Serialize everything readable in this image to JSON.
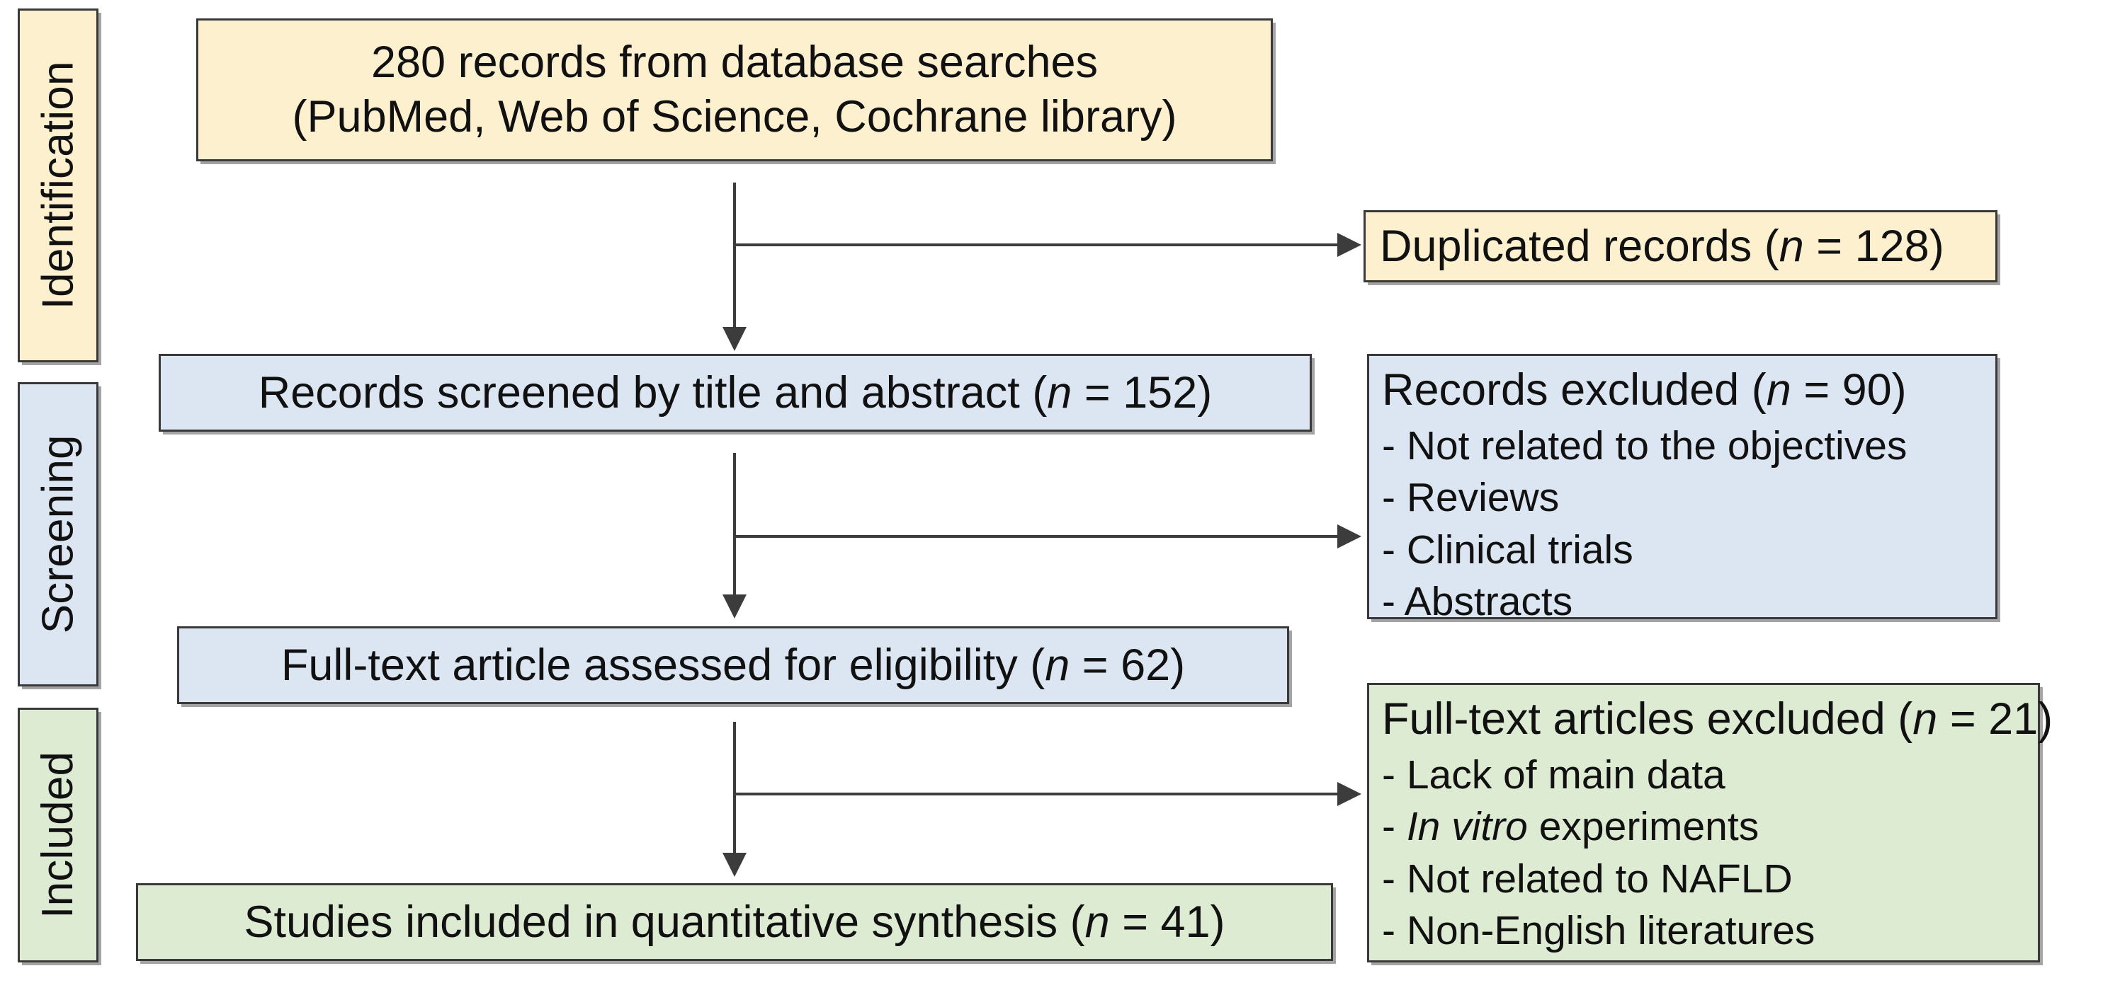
{
  "diagram": {
    "type": "prisma-flow-diagram",
    "stages": [
      {
        "id": "identification",
        "label": "Identification",
        "color": "#fdf0ce"
      },
      {
        "id": "screening",
        "label": "Screening",
        "color": "#dce6f2"
      },
      {
        "id": "included",
        "label": "Included",
        "color": "#ddebd2"
      }
    ],
    "flow_boxes": [
      {
        "id": "records-identified",
        "line1": "280 records from database searches",
        "line2": "(PubMed, Web of Science, Cochrane library)",
        "count": 280,
        "color": "#fdf0ce"
      },
      {
        "id": "records-screened",
        "text_prefix": "Records screened by title and abstract (",
        "n_symbol": "n",
        "text_suffix": " = 152)",
        "count": 152,
        "color": "#dce6f2"
      },
      {
        "id": "full-text-assessed",
        "text_prefix": "Full-text article assessed for eligibility (",
        "n_symbol": "n",
        "text_suffix": " = 62)",
        "count": 62,
        "color": "#dce6f2"
      },
      {
        "id": "studies-included",
        "text_prefix": "Studies included in quantitative synthesis (",
        "n_symbol": "n",
        "text_suffix": " = 41)",
        "count": 41,
        "color": "#ddebd2"
      }
    ],
    "exclusion_boxes": [
      {
        "id": "duplicated-records",
        "text_prefix": "Duplicated records (",
        "n_symbol": "n",
        "text_suffix": " = 128)",
        "count": 128,
        "reasons": [],
        "color": "#fdf0ce"
      },
      {
        "id": "records-excluded",
        "text_prefix": "Records excluded (",
        "n_symbol": "n",
        "text_suffix": " = 90)",
        "count": 90,
        "reasons": [
          "- Not related to the objectives",
          "- Reviews",
          "- Clinical trials",
          "- Abstracts"
        ],
        "color": "#dce6f2"
      },
      {
        "id": "full-text-excluded",
        "text_prefix": "Full-text articles excluded (",
        "n_symbol": "n",
        "text_suffix": " = 21)",
        "count": 21,
        "reasons": [
          "- Lack of main data",
          "- In vitro experiments",
          "- Not related to NAFLD",
          "- Non-English literatures"
        ],
        "reasons_italic_parts": [
          "In vitro"
        ],
        "color": "#ddebd2"
      }
    ],
    "connectors": [
      {
        "id": "identified-to-screened",
        "kind": "vertical-arrow"
      },
      {
        "id": "identified-to-duplicated",
        "kind": "horizontal-arrow"
      },
      {
        "id": "screened-to-fulltext",
        "kind": "vertical-arrow"
      },
      {
        "id": "screened-to-excluded",
        "kind": "horizontal-arrow"
      },
      {
        "id": "fulltext-to-included",
        "kind": "vertical-arrow"
      },
      {
        "id": "fulltext-to-excluded",
        "kind": "horizontal-arrow"
      }
    ],
    "colors": {
      "border": "#393939",
      "connector": "#3c3c3c",
      "text": "#111111",
      "background": "#ffffff"
    }
  }
}
